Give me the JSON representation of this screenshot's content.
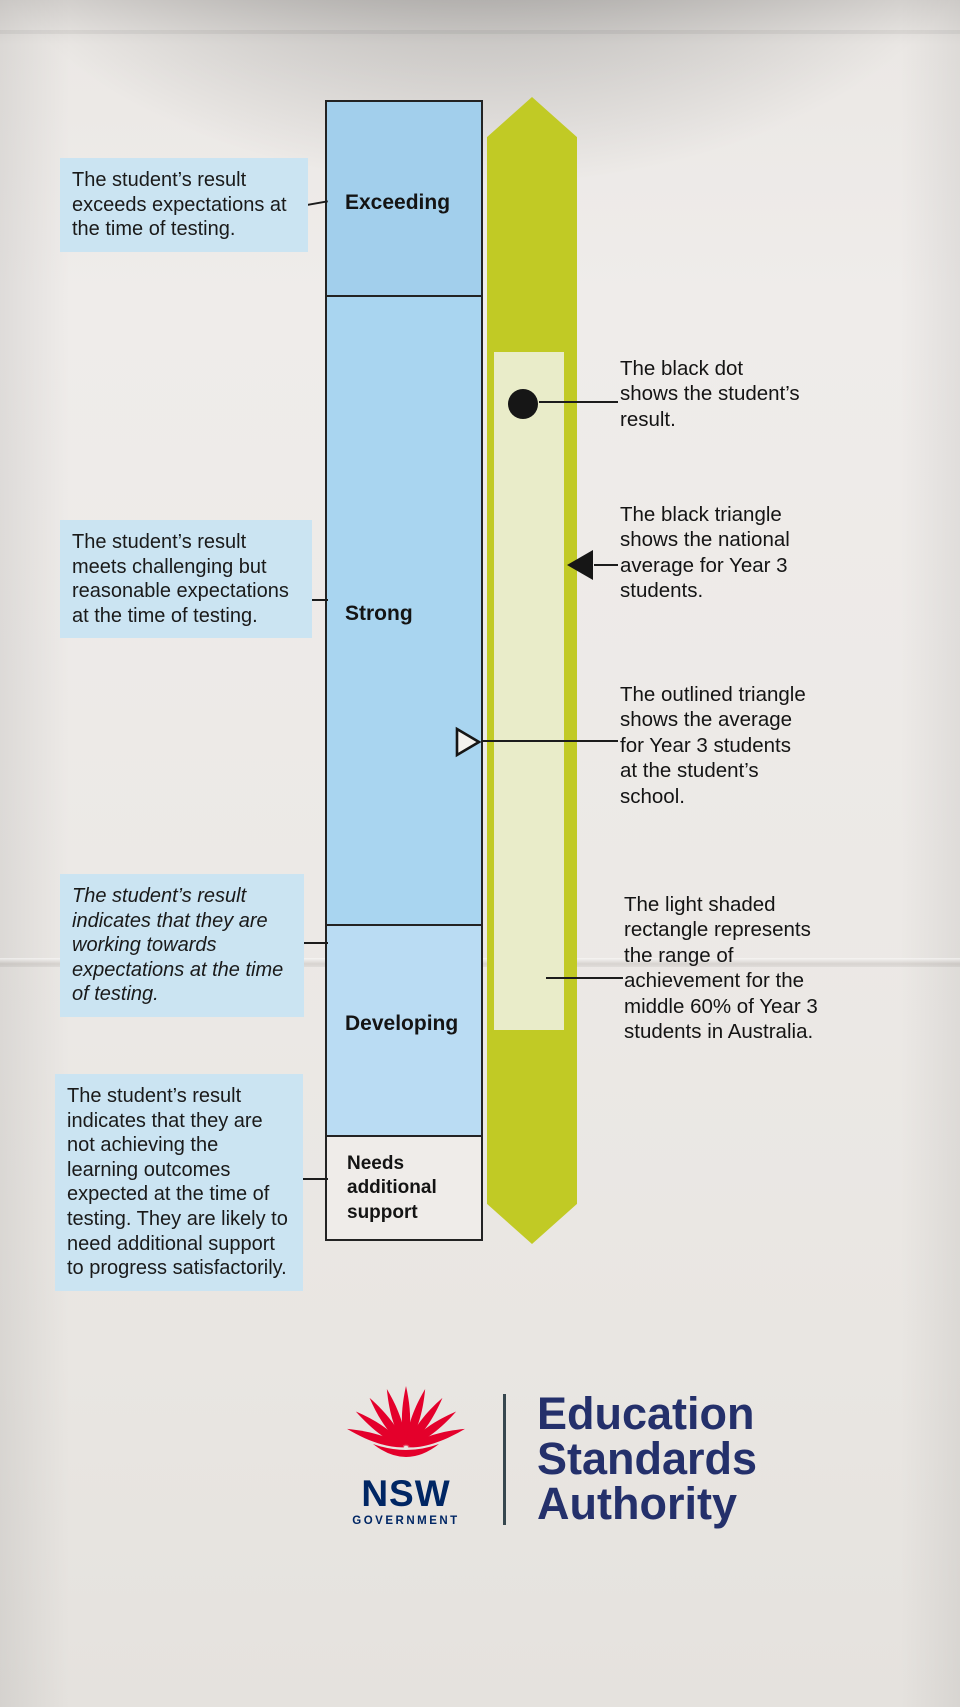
{
  "colors": {
    "band_blue": "#a9d5f0",
    "band_blue_light": "#badcf3",
    "scale_yellow": "#c1ca25",
    "range_shade": "#e9ecc9",
    "callout_blue": "#cbe4f2",
    "ink": "#1c1c1c",
    "brand_red": "#e4002b",
    "brand_navy": "#002664"
  },
  "scale_bands": [
    {
      "label": "Exceeding",
      "description": "The student’s result exceeds expectations at the time of testing."
    },
    {
      "label": "Strong",
      "description": "The student’s result meets challenging but reasonable expectations at the time of testing."
    },
    {
      "label": "Developing",
      "description": "The student’s result indicates that they are working towards expectations at the time of testing."
    },
    {
      "label": "Needs additional support",
      "description": "The student’s result indicates that they are not achieving the learning outcomes expected at the time of testing. They are likely to need additional support to progress satisfactorily."
    }
  ],
  "markers": [
    {
      "name": "black-dot",
      "text": "The black dot shows the student’s result."
    },
    {
      "name": "black-triangle",
      "text": "The black triangle shows the national average for Year 3 students."
    },
    {
      "name": "outlined-triangle",
      "text": "The outlined triangle shows the average for Year 3 students at the student’s school."
    },
    {
      "name": "shaded-range",
      "text": "The light shaded rectangle represents the range of achievement for the middle 60% of Year 3 students in Australia."
    }
  ],
  "footer": {
    "logo": {
      "acronym": "NSW",
      "subtext": "GOVERNMENT"
    },
    "organisation": [
      "Education",
      "Standards",
      "Authority"
    ]
  }
}
